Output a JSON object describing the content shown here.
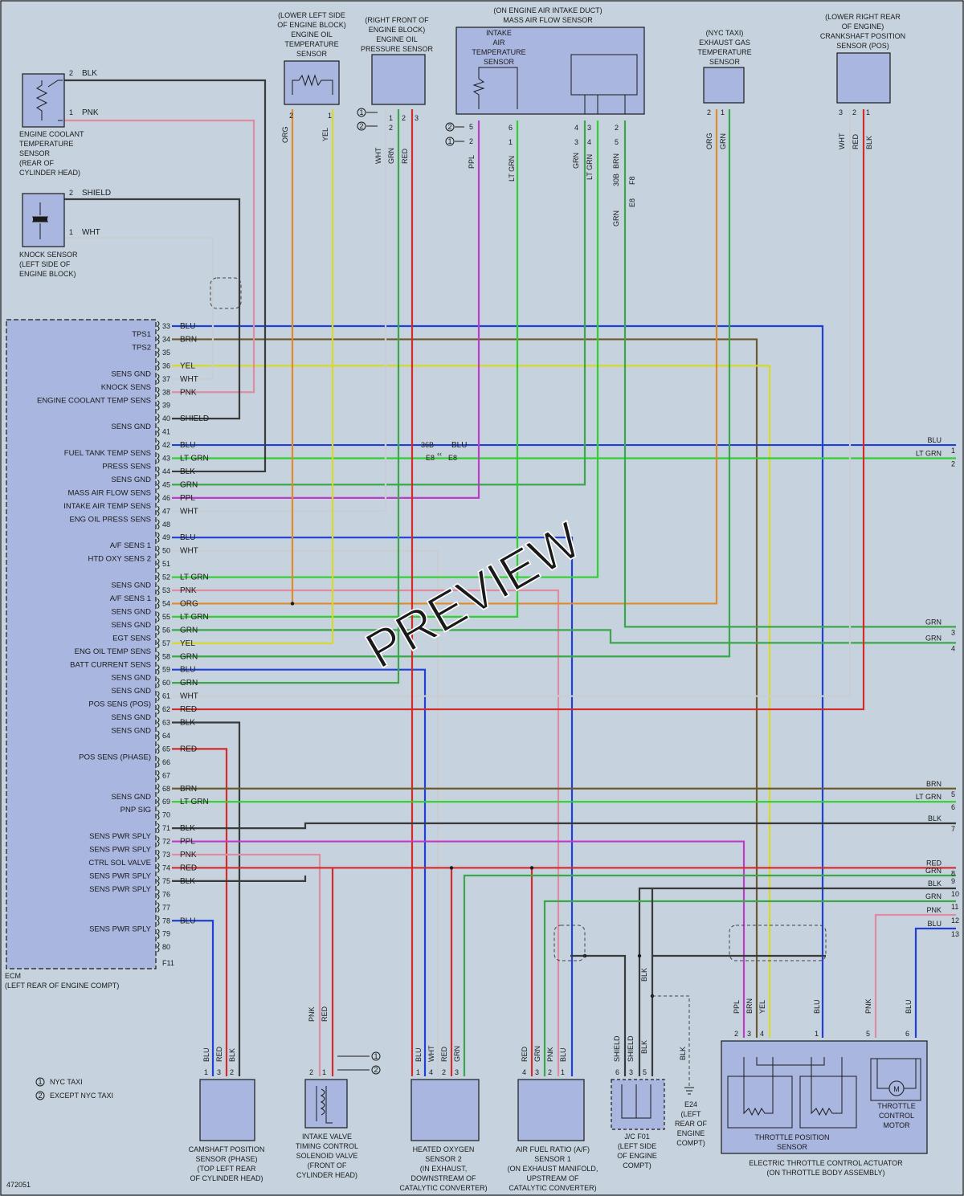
{
  "doc_id": "472051",
  "watermark": "PREVIEW",
  "legend": [
    {
      "mark": "1",
      "text": "NYC TAXI"
    },
    {
      "mark": "2",
      "text": "EXCEPT NYC TAXI"
    }
  ],
  "ecm": {
    "name": "ECM",
    "location": "(LEFT REAR OF ENGINE COMPT)",
    "connector": "F11",
    "pins": [
      {
        "n": "33",
        "func": "TPS1",
        "color": "BLU"
      },
      {
        "n": "34",
        "func": "TPS2",
        "color": "BRN"
      },
      {
        "n": "35",
        "func": "",
        "color": ""
      },
      {
        "n": "36",
        "func": "SENS GND",
        "color": "YEL"
      },
      {
        "n": "37",
        "func": "KNOCK SENS",
        "color": "WHT"
      },
      {
        "n": "38",
        "func": "ENGINE COOLANT TEMP SENS",
        "color": "PNK"
      },
      {
        "n": "39",
        "func": "",
        "color": ""
      },
      {
        "n": "40",
        "func": "SENS GND",
        "color": "SHIELD"
      },
      {
        "n": "41",
        "func": "",
        "color": ""
      },
      {
        "n": "42",
        "func": "FUEL TANK TEMP SENS",
        "color": "BLU"
      },
      {
        "n": "43",
        "func": "PRESS SENS",
        "color": "LT GRN"
      },
      {
        "n": "44",
        "func": "SENS GND",
        "color": "BLK"
      },
      {
        "n": "45",
        "func": "MASS AIR FLOW SENS",
        "color": "GRN"
      },
      {
        "n": "46",
        "func": "INTAKE AIR TEMP SENS",
        "color": "PPL"
      },
      {
        "n": "47",
        "func": "ENG OIL PRESS SENS",
        "color": "WHT"
      },
      {
        "n": "48",
        "func": "",
        "color": ""
      },
      {
        "n": "49",
        "func": "A/F SENS 1",
        "color": "BLU"
      },
      {
        "n": "50",
        "func": "HTD OXY SENS 2",
        "color": "WHT"
      },
      {
        "n": "51",
        "func": "",
        "color": ""
      },
      {
        "n": "52",
        "func": "SENS GND",
        "color": "LT GRN"
      },
      {
        "n": "53",
        "func": "A/F SENS 1",
        "color": "PNK"
      },
      {
        "n": "54",
        "func": "SENS GND",
        "color": "ORG"
      },
      {
        "n": "55",
        "func": "SENS GND",
        "color": "LT GRN"
      },
      {
        "n": "56",
        "func": "EGT SENS",
        "color": "GRN"
      },
      {
        "n": "57",
        "func": "ENG OIL TEMP SENS",
        "color": "YEL"
      },
      {
        "n": "58",
        "func": "BATT CURRENT SENS",
        "color": "GRN"
      },
      {
        "n": "59",
        "func": "SENS GND",
        "color": "BLU"
      },
      {
        "n": "60",
        "func": "SENS GND",
        "color": "GRN"
      },
      {
        "n": "61",
        "func": "POS SENS (POS)",
        "color": "WHT"
      },
      {
        "n": "62",
        "func": "SENS GND",
        "color": "RED"
      },
      {
        "n": "63",
        "func": "SENS GND",
        "color": "BLK"
      },
      {
        "n": "64",
        "func": "",
        "color": ""
      },
      {
        "n": "65",
        "func": "POS SENS (PHASE)",
        "color": "RED"
      },
      {
        "n": "66",
        "func": "",
        "color": ""
      },
      {
        "n": "67",
        "func": "",
        "color": ""
      },
      {
        "n": "68",
        "func": "SENS GND",
        "color": "BRN"
      },
      {
        "n": "69",
        "func": "PNP SIG",
        "color": "LT GRN"
      },
      {
        "n": "70",
        "func": "",
        "color": ""
      },
      {
        "n": "71",
        "func": "SENS PWR SPLY",
        "color": "BLK"
      },
      {
        "n": "72",
        "func": "SENS PWR SPLY",
        "color": "PPL"
      },
      {
        "n": "73",
        "func": "CTRL SOL VALVE",
        "color": "PNK"
      },
      {
        "n": "74",
        "func": "SENS PWR SPLY",
        "color": "RED"
      },
      {
        "n": "75",
        "func": "SENS PWR SPLY",
        "color": "BLK"
      },
      {
        "n": "76",
        "func": "",
        "color": ""
      },
      {
        "n": "77",
        "func": "",
        "color": ""
      },
      {
        "n": "78",
        "func": "SENS PWR SPLY",
        "color": "BLU"
      },
      {
        "n": "79",
        "func": "",
        "color": ""
      },
      {
        "n": "80",
        "func": "",
        "color": ""
      }
    ]
  },
  "right_outputs": [
    {
      "n": "1",
      "color": "BLU"
    },
    {
      "n": "2",
      "color": "LT GRN"
    },
    {
      "n": "3",
      "color": "GRN"
    },
    {
      "n": "4",
      "color": "GRN"
    },
    {
      "n": "5",
      "color": "BRN"
    },
    {
      "n": "6",
      "color": "LT GRN"
    },
    {
      "n": "7",
      "color": "BLK"
    },
    {
      "n": "8",
      "color": "RED"
    },
    {
      "n": "9",
      "color": "GRN"
    },
    {
      "n": "10",
      "color": "BLK"
    },
    {
      "n": "11",
      "color": "GRN"
    },
    {
      "n": "12",
      "color": "PNK"
    },
    {
      "n": "13",
      "color": "BLU"
    }
  ],
  "junction": {
    "label": "36B",
    "color": "BLU",
    "conn_left": "E8",
    "conn_right": "E8"
  },
  "mid_junction": {
    "label": "30B",
    "color": "BRN",
    "conn_a": "E8",
    "conn_b": "F8"
  },
  "top_components": {
    "coolant": {
      "pin2": "2",
      "color2": "BLK",
      "pin1": "1",
      "color1": "PNK",
      "l1": "ENGINE COOLANT",
      "l2": "TEMPERATURE",
      "l3": "SENSOR",
      "l4": "(REAR OF",
      "l5": "CYLINDER HEAD)"
    },
    "knock": {
      "pin2": "2",
      "color2": "SHIELD",
      "pin1": "1",
      "color1": "WHT",
      "l1": "KNOCK SENSOR",
      "l2": "(LEFT SIDE OF",
      "l3": "ENGINE BLOCK)"
    },
    "oil_temp": {
      "l1": "(LOWER LEFT SIDE",
      "l2": "OF ENGINE BLOCK)",
      "l3": "ENGINE OIL",
      "l4": "TEMPERATURE",
      "l5": "SENSOR",
      "pins": [
        "2",
        "1"
      ],
      "colors": [
        "ORG",
        "YEL"
      ]
    },
    "oil_press": {
      "l1": "(RIGHT FRONT OF",
      "l2": "ENGINE BLOCK)",
      "l3": "ENGINE OIL",
      "l4": "PRESSURE SENSOR",
      "pins": [
        "1",
        "2",
        "3"
      ],
      "colors": [
        "WHT",
        "GRN",
        "RED"
      ],
      "opt_pins": [
        "1",
        "2"
      ]
    },
    "maf": {
      "l1": "(ON ENGINE AIR INTAKE DUCT)",
      "l2": "MASS AIR FLOW SENSOR",
      "iat1": "INTAKE",
      "iat2": "AIR",
      "iat3": "TEMPERATURE",
      "iat4": "SENSOR",
      "opt_a": "5",
      "opt_b": "2",
      "pin_ppl": "PPL",
      "pin_ltgrn": "LT GRN",
      "p1": "1",
      "p6": "6",
      "p3": "3",
      "p4": "4",
      "p5": "5",
      "p2": "2",
      "c_grn": "GRN",
      "c_ltgrn": "LT GRN",
      "c_brn": "BRN",
      "c_grn2": "GRN"
    },
    "egt": {
      "l1": "(NYC TAXI)",
      "l2": "EXHAUST GAS",
      "l3": "TEMPERATURE",
      "l4": "SENSOR",
      "pins": [
        "2",
        "1"
      ],
      "colors": [
        "ORG",
        "GRN"
      ]
    },
    "ckp": {
      "l1": "(LOWER RIGHT REAR",
      "l2": "OF ENGINE)",
      "l3": "CRANKSHAFT POSITION",
      "l4": "SENSOR (POS)",
      "pins": [
        "3",
        "2",
        "1"
      ],
      "colors": [
        "WHT",
        "RED",
        "BLK"
      ]
    }
  },
  "bottom_components": {
    "cmp": {
      "pins": [
        "1",
        "3",
        "2"
      ],
      "colors": [
        "BLU",
        "RED",
        "BLK"
      ],
      "l1": "CAMSHAFT POSITION",
      "l2": "SENSOR (PHASE)",
      "l3": "(TOP LEFT REAR",
      "l4": "OF CYLINDER HEAD)"
    },
    "ivt": {
      "pins": [
        "2",
        "1"
      ],
      "colors": [
        "PNK",
        "RED"
      ],
      "opt_pins": [
        "1",
        "2"
      ],
      "l1": "INTAKE VALVE",
      "l2": "TIMING CONTROL",
      "l3": "SOLENOID VALVE",
      "l4": "(FRONT OF",
      "l5": "CYLINDER HEAD)"
    },
    "ho2s": {
      "pins": [
        "1",
        "4",
        "2",
        "3"
      ],
      "colors": [
        "BLU",
        "WHT",
        "RED",
        "GRN"
      ],
      "l1": "HEATED OXYGEN",
      "l2": "SENSOR 2",
      "l3": "(IN EXHAUST,",
      "l4": "DOWNSTREAM OF",
      "l5": "CATALYTIC CONVERTER)"
    },
    "af": {
      "pins": [
        "4",
        "3",
        "2",
        "1"
      ],
      "colors": [
        "RED",
        "GRN",
        "PNK",
        "BLU"
      ],
      "l1": "AIR FUEL RATIO (A/F)",
      "l2": "SENSOR 1",
      "l3": "(ON EXHAUST MANIFOLD,",
      "l4": "UPSTREAM OF",
      "l5": "CATALYTIC CONVERTER)"
    },
    "jc": {
      "pins": [
        "6",
        "3",
        "5"
      ],
      "colors": [
        "SHIELD",
        "SHIELD",
        "BLK"
      ],
      "top": "BLK",
      "l1": "J/C F01",
      "l2": "(LEFT SIDE",
      "l3": "OF ENGINE",
      "l4": "COMPT)"
    },
    "ground": {
      "color": "BLK",
      "l1": "E24",
      "l2": "(LEFT",
      "l3": "REAR OF",
      "l4": "ENGINE",
      "l5": "COMPT)"
    },
    "etc": {
      "pins": [
        "2",
        "3",
        "4",
        "1",
        "5",
        "6"
      ],
      "colors": [
        "PPL",
        "BRN",
        "YEL",
        "BLU",
        "PNK",
        "BLU"
      ],
      "tps1": "THROTTLE POSITION",
      "tps2": "SENSOR",
      "mot1": "THROTTLE",
      "mot2": "CONTROL",
      "mot3": "MOTOR",
      "motor_mark": "M",
      "l1": "ELECTRIC THROTTLE CONTROL ACTUATOR",
      "l2": "(ON THROTTLE BODY ASSEMBLY)"
    }
  },
  "wire_colors": {
    "BLU": "#1f3fd6",
    "BRN": "#6b5a2c",
    "YEL": "#d8d82a",
    "WHT": "#c8cdd4",
    "PNK": "#e08ca0",
    "BLK": "#3a3a3a",
    "LT GRN": "#2fd02f",
    "GRN": "#3aa84a",
    "PPL": "#c03ac8",
    "ORG": "#e08a2c",
    "RED": "#d52a2a",
    "SHIELD": "#3a3a3a"
  }
}
